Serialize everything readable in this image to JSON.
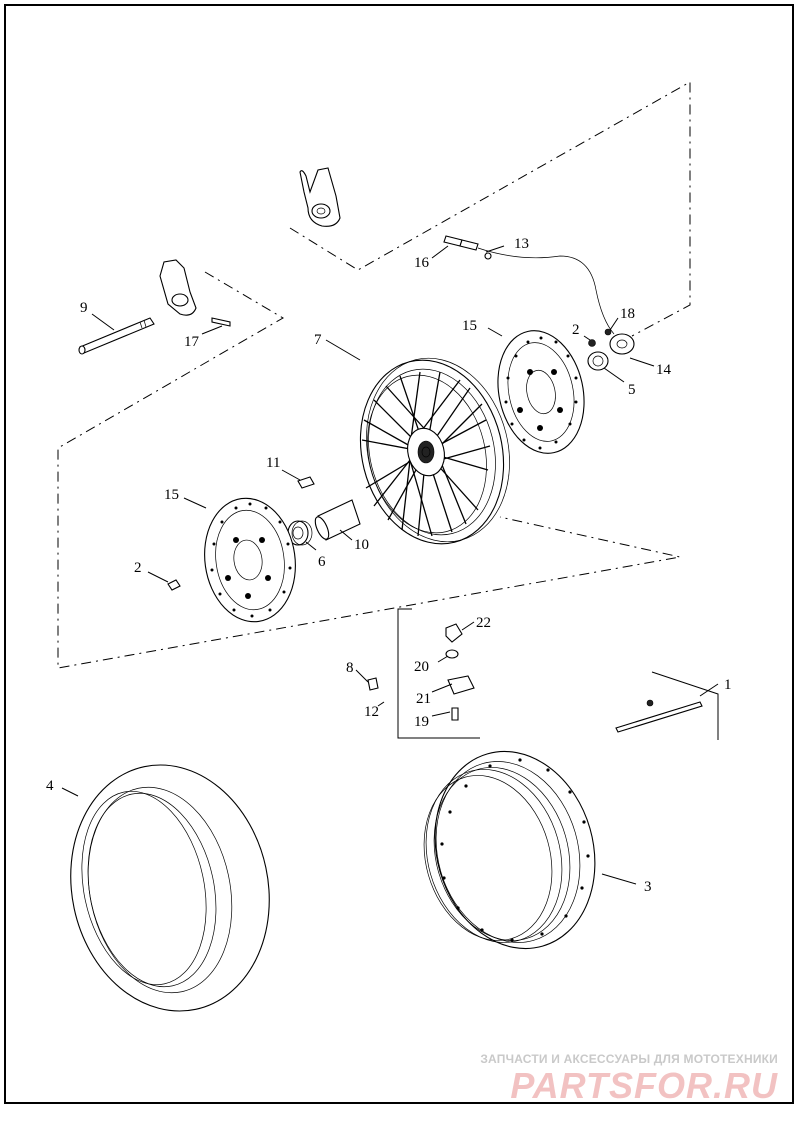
{
  "callouts": {
    "c1": "1",
    "c2a": "2",
    "c2b": "2",
    "c3": "3",
    "c4": "4",
    "c5": "5",
    "c6": "6",
    "c7": "7",
    "c8": "8",
    "c9": "9",
    "c10": "10",
    "c11": "11",
    "c12": "12",
    "c13": "13",
    "c14": "14",
    "c15a": "15",
    "c15b": "15",
    "c16": "16",
    "c17": "17",
    "c18": "18",
    "c19": "19",
    "c20": "20",
    "c21": "21",
    "c22": "22"
  },
  "watermark": {
    "subtitle": "ЗАПЧАСТИ И АКСЕССУАРЫ ДЛЯ МОТОТЕХНИКИ",
    "brand": "PARTSFOR.RU"
  },
  "colors": {
    "line": "#000000",
    "watermark_text": "#c9c9c9",
    "watermark_brand": "#f2c2c2"
  }
}
